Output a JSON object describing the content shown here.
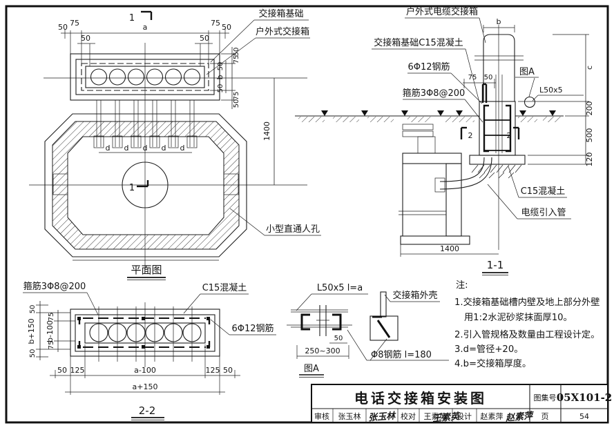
{
  "colors": {
    "ink": "#1c1c1c",
    "paper": "#ffffff"
  },
  "plan": {
    "marker": "1",
    "top_dims": [
      "50",
      "75",
      "a",
      "75",
      "50"
    ],
    "top_dims2": [
      "50",
      "50"
    ],
    "right_outer": [
      "50",
      "75",
      "75",
      "50"
    ],
    "right_inner": [
      "50",
      "b",
      "50"
    ],
    "dim_1400": "1400",
    "pipe_dim": "d",
    "label_foundation": "交接箱基础",
    "label_box": "户外式交接箱",
    "label_manhole": "小型直通人孔",
    "caption": "平面图"
  },
  "section11": {
    "label_cabinet": "户外式电缆交接箱",
    "label_foundation": "交接箱基础C15混凝土",
    "label_rebar": "6Φ12钢筋",
    "label_stirrup": "箍筋3Φ8@200",
    "label_detail_ref": "图A",
    "label_angle": "L50x5",
    "label_concrete": "C15混凝土",
    "label_duct": "电缆引入管",
    "marker": "2",
    "dim_b": "b",
    "dim_75": "75",
    "dim_50": "50",
    "right_dims": [
      "c",
      "200",
      "500",
      "120"
    ],
    "dim_1400": "1400",
    "caption": "1-1"
  },
  "section22": {
    "label_stirrup": "箍筋3Φ8@200",
    "label_concrete": "C15混凝土",
    "label_rebar": "6Φ12钢筋",
    "left_outer": [
      "50",
      "b+150",
      "50"
    ],
    "left_inner": [
      "75",
      "b-100",
      "75"
    ],
    "bottom": [
      "50",
      "125",
      "a-100",
      "125",
      "50"
    ],
    "total": "a+150",
    "caption": "2-2"
  },
  "detail_a": {
    "label_angle": "L50x5  l=a",
    "label_shell": "交接箱外壳",
    "label_rebar": "Φ8钢筋 l=180",
    "dim_50": "50",
    "dim_range": "250~300",
    "caption": "图A"
  },
  "notes": {
    "title": "注:",
    "lines": [
      "1.交接箱基础槽内壁及地上部分外壁",
      "用1:2水泥砂浆抹面厚10。",
      "2.引入管规格及数量由工程设计定。",
      "3.d=管径+20。",
      "4.b=交接箱厚度。"
    ]
  },
  "title_block": {
    "title": "电话交接箱安装图",
    "atlas_label": "图集号",
    "atlas_no": "05X101-2",
    "page_label": "页",
    "page_no": "54",
    "reviewer_label": "审核",
    "reviewer": "张玉林",
    "reviewer_sig": "张玉林",
    "checker_label": "校对",
    "checker": "王素英",
    "checker_sig": "王素英",
    "designer_label": "设计",
    "designer": "赵素萍",
    "designer_sig": "赵素萍"
  }
}
